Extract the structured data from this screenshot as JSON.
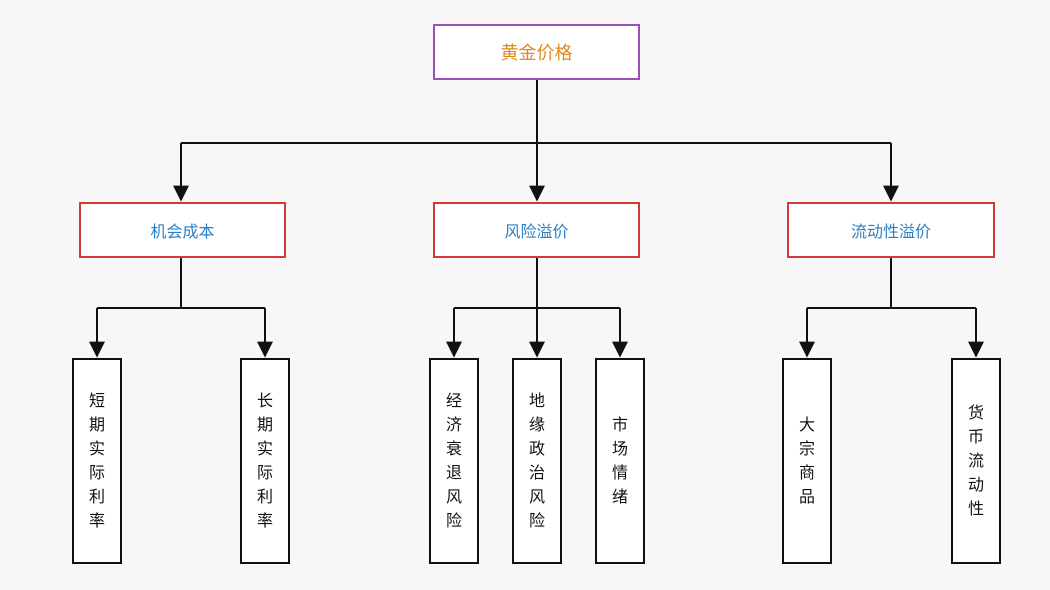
{
  "root": {
    "label": "黄金价格"
  },
  "categories": [
    {
      "label": "机会成本",
      "children": [
        "短期实际利率",
        "长期实际利率"
      ]
    },
    {
      "label": "风险溢价",
      "children": [
        "经济衰退风险",
        "地缘政治风险",
        "市场情绪"
      ]
    },
    {
      "label": "流动性溢价",
      "children": [
        "大宗商品",
        "货币流动性"
      ]
    }
  ],
  "colors": {
    "root_border": "#9b4fb8",
    "root_text": "#e08a1c",
    "category_border": "#d23b35",
    "category_text": "#2a7fc4",
    "leaf_border": "#111111",
    "connector": "#111111"
  }
}
